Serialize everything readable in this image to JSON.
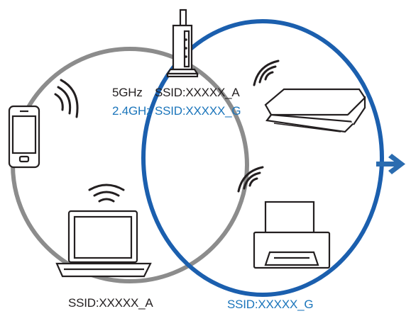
{
  "router": {
    "band_5ghz_label": "5GHz",
    "band_5ghz_ssid": "SSID:XXXXX_A",
    "band_24ghz_label": "2.4GHz",
    "band_24ghz_ssid": "SSID:XXXXX_G"
  },
  "networks": {
    "gray_network_label": "SSID:XXXXX_A",
    "blue_network_label": "SSID:XXXXX_G"
  },
  "colors": {
    "gray_network": "#8c8c8c",
    "blue_network": "#1b5fae",
    "label_blue": "#1b75bb",
    "arrow": "#2b6cb0",
    "line": "#231f20"
  },
  "icons": {
    "router": "router-icon",
    "smartphone": "smartphone-icon",
    "laptop": "laptop-icon",
    "scanner": "scanner-icon",
    "printer": "printer-icon",
    "arrow": "arrow-right-icon"
  }
}
